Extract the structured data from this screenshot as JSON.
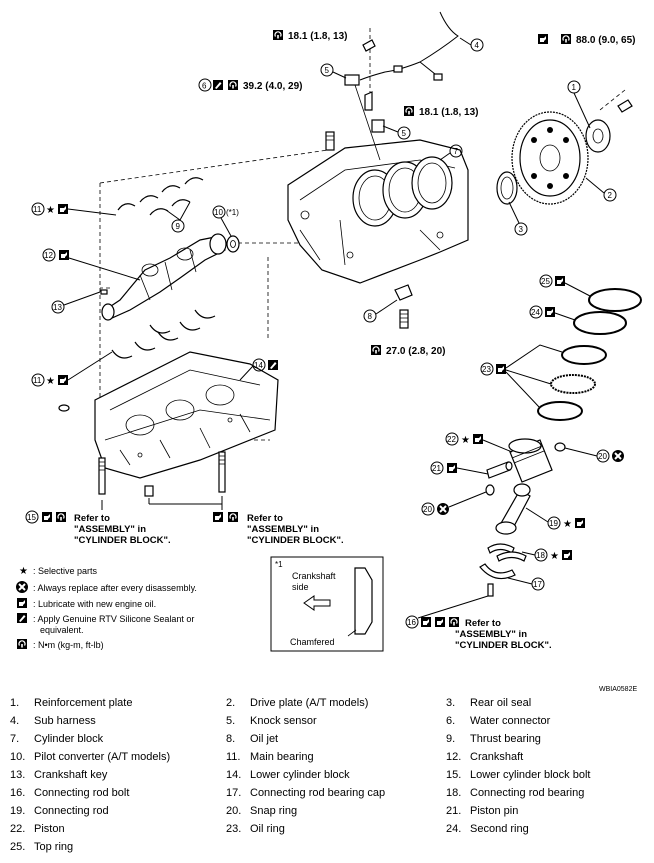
{
  "torques": {
    "t1": "18.1 (1.8, 13)",
    "t2": "39.2 (4.0, 29)",
    "t3": "18.1 (1.8, 13)",
    "t4": "88.0 (9.0, 65)",
    "t5": "27.0 (2.8, 20)"
  },
  "refer": {
    "line1": "Refer to",
    "line2": "\"ASSEMBLY\" in",
    "line3": "\"CYLINDER BLOCK\"."
  },
  "callouts": [
    "1",
    "2",
    "3",
    "4",
    "5",
    "6",
    "7",
    "8",
    "9",
    "10",
    "11",
    "12",
    "13",
    "14",
    "15",
    "16",
    "17",
    "18",
    "19",
    "20",
    "21",
    "22",
    "23",
    "24",
    "25"
  ],
  "marks": {
    "star": "★",
    "note1": "(*1)",
    "star_note": "*1"
  },
  "legend": [
    {
      "symbol": "★",
      "text": ": Selective parts"
    },
    {
      "symbol": "⊗",
      "text": ": Always replace after every disassembly."
    },
    {
      "symbol": "oil",
      "text": ": Lubricate with new engine oil."
    },
    {
      "symbol": "rtv",
      "text": ": Apply  Genuine RTV Silicone Sealant or"
    },
    {
      "symbol": "",
      "text": "equivalent."
    },
    {
      "symbol": "torque",
      "text": ": N•m (kg-m, ft-lb)"
    }
  ],
  "inset": {
    "label1": "Crankshaft",
    "label2": "side",
    "label3": "Chamfered"
  },
  "figure_code": "WBIA0582E",
  "parts": [
    {
      "no": "1.",
      "name": "Reinforcement plate"
    },
    {
      "no": "2.",
      "name": "Drive plate (A/T models)"
    },
    {
      "no": "3.",
      "name": "Rear oil seal"
    },
    {
      "no": "4.",
      "name": "Sub harness"
    },
    {
      "no": "5.",
      "name": "Knock sensor"
    },
    {
      "no": "6.",
      "name": "Water connector"
    },
    {
      "no": "7.",
      "name": "Cylinder block"
    },
    {
      "no": "8.",
      "name": "Oil jet"
    },
    {
      "no": "9.",
      "name": "Thrust bearing"
    },
    {
      "no": "10.",
      "name": "Pilot converter (A/T models)"
    },
    {
      "no": "11.",
      "name": "Main bearing"
    },
    {
      "no": "12.",
      "name": "Crankshaft"
    },
    {
      "no": "13.",
      "name": "Crankshaft key"
    },
    {
      "no": "14.",
      "name": "Lower cylinder block"
    },
    {
      "no": "15.",
      "name": "Lower cylinder block bolt"
    },
    {
      "no": "16.",
      "name": "Connecting rod bolt"
    },
    {
      "no": "17.",
      "name": "Connecting rod bearing cap"
    },
    {
      "no": "18.",
      "name": "Connecting rod bearing"
    },
    {
      "no": "19.",
      "name": "Connecting rod"
    },
    {
      "no": "20.",
      "name": "Snap ring"
    },
    {
      "no": "21.",
      "name": "Piston pin"
    },
    {
      "no": "22.",
      "name": "Piston"
    },
    {
      "no": "23.",
      "name": "Oil ring"
    },
    {
      "no": "24.",
      "name": "Second ring"
    },
    {
      "no": "25.",
      "name": "Top ring"
    }
  ]
}
